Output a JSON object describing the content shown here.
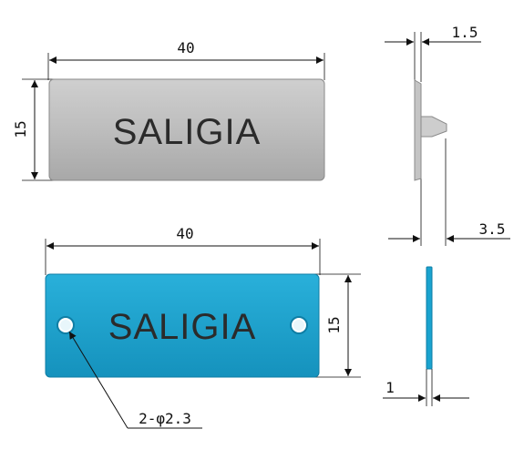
{
  "top_view": {
    "width_label": "40",
    "height_label": "15",
    "logo_text": "SALIGIA",
    "plate_color": "#bcbcbc"
  },
  "side_view_top": {
    "thickness_label": "1.5",
    "depth_label": "3.5"
  },
  "bottom_view": {
    "width_label": "40",
    "height_label": "15",
    "logo_text": "SALIGIA",
    "plate_color": "#1aa3cf",
    "hole_label": "2-φ2.3"
  },
  "side_view_bottom": {
    "thickness_label": "1"
  }
}
